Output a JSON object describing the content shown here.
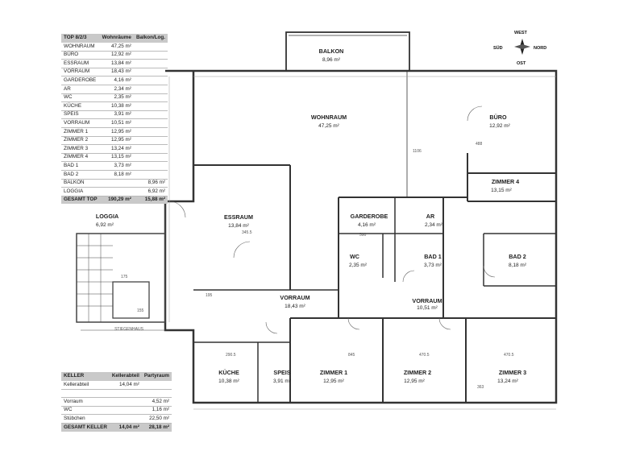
{
  "area_table": {
    "header": {
      "title": "TOP 8/2/3",
      "col1": "Wohnräume",
      "col2": "Balkon/Log."
    },
    "rows": [
      {
        "name": "WOHNRAUM",
        "v1": "47,25 m²",
        "v2": ""
      },
      {
        "name": "BÜRO",
        "v1": "12,92 m²",
        "v2": ""
      },
      {
        "name": "ESSRAUM",
        "v1": "13,84 m²",
        "v2": ""
      },
      {
        "name": "VORRAUM",
        "v1": "18,43 m²",
        "v2": ""
      },
      {
        "name": "GARDEROBE",
        "v1": "4,16 m²",
        "v2": ""
      },
      {
        "name": "AR",
        "v1": "2,34 m²",
        "v2": ""
      },
      {
        "name": "WC",
        "v1": "2,35 m²",
        "v2": ""
      },
      {
        "name": "KÜCHE",
        "v1": "10,38 m²",
        "v2": ""
      },
      {
        "name": "SPEIS",
        "v1": "3,91 m²",
        "v2": ""
      },
      {
        "name": "VORRAUM",
        "v1": "10,51 m²",
        "v2": ""
      },
      {
        "name": "ZIMMER 1",
        "v1": "12,95 m²",
        "v2": ""
      },
      {
        "name": "ZIMMER 2",
        "v1": "12,95 m²",
        "v2": ""
      },
      {
        "name": "ZIMMER 3",
        "v1": "13,24 m²",
        "v2": ""
      },
      {
        "name": "ZIMMER 4",
        "v1": "13,15 m²",
        "v2": ""
      },
      {
        "name": "BAD 1",
        "v1": "3,73 m²",
        "v2": ""
      },
      {
        "name": "BAD 2",
        "v1": "8,18 m²",
        "v2": ""
      },
      {
        "name": "BALKON",
        "v1": "",
        "v2": "8,96 m²"
      },
      {
        "name": "LOGGIA",
        "v1": "",
        "v2": "6,92 m²"
      }
    ],
    "total": {
      "name": "GESAMT TOP",
      "v1": "190,29 m²",
      "v2": "15,88 m²"
    }
  },
  "keller_table": {
    "header": {
      "title": "KELLER",
      "col1": "Kellerabteil",
      "col2": "Partyraum"
    },
    "rows": [
      {
        "name": "Kellerabteil",
        "v1": "14,04 m²",
        "v2": ""
      },
      {
        "name": "",
        "v1": "",
        "v2": ""
      },
      {
        "name": "Vorraum",
        "v1": "",
        "v2": "4,52 m²"
      },
      {
        "name": "WC",
        "v1": "",
        "v2": "1,16 m²"
      },
      {
        "name": "Stübchen",
        "v1": "",
        "v2": "22,50 m²"
      }
    ],
    "total": {
      "name": "GESAMT KELLER",
      "v1": "14,04 m²",
      "v2": "28,18 m²"
    }
  },
  "compass": {
    "north": "NORD",
    "south": "SÜD",
    "east": "OST",
    "west": "WEST"
  },
  "rooms": [
    {
      "key": "balkon",
      "name": "BALKON",
      "area": "8,96 m²"
    },
    {
      "key": "wohnraum",
      "name": "WOHNRAUM",
      "area": "47,25 m²"
    },
    {
      "key": "buero",
      "name": "BÜRO",
      "area": "12,92 m²"
    },
    {
      "key": "zimmer4",
      "name": "ZIMMER 4",
      "area": "13,15 m²"
    },
    {
      "key": "loggia",
      "name": "LOGGIA",
      "area": "6,92 m²"
    },
    {
      "key": "essraum",
      "name": "ESSRAUM",
      "area": "13,84 m²"
    },
    {
      "key": "garderobe",
      "name": "GARDEROBE",
      "area": "4,16 m²"
    },
    {
      "key": "ar",
      "name": "AR",
      "area": "2,34 m²"
    },
    {
      "key": "wc",
      "name": "WC",
      "area": "2,35 m²"
    },
    {
      "key": "bad1",
      "name": "BAD 1",
      "area": "3,73 m²"
    },
    {
      "key": "bad2",
      "name": "BAD 2",
      "area": "8,18 m²"
    },
    {
      "key": "vorraum1",
      "name": "VORRAUM",
      "area": "18,43 m²"
    },
    {
      "key": "vorraum2",
      "name": "VORRAUM",
      "area": "10,51 m²"
    },
    {
      "key": "kueche",
      "name": "KÜCHE",
      "area": "10,38 m²"
    },
    {
      "key": "speis",
      "name": "SPEIS",
      "area": "3,91 m²"
    },
    {
      "key": "zimmer1",
      "name": "ZIMMER 1",
      "area": "12,95 m²"
    },
    {
      "key": "zimmer2",
      "name": "ZIMMER 2",
      "area": "12,95 m²"
    },
    {
      "key": "zimmer3",
      "name": "ZIMMER 3",
      "area": "13,24 m²"
    }
  ],
  "labels": {
    "stiegenhaus": "STIEGENHAUS",
    "dims": [
      "345.5",
      "290.5",
      "845",
      "470.5",
      "470.5",
      "488",
      "363",
      "1106",
      "590",
      "195",
      "155",
      "175"
    ]
  }
}
